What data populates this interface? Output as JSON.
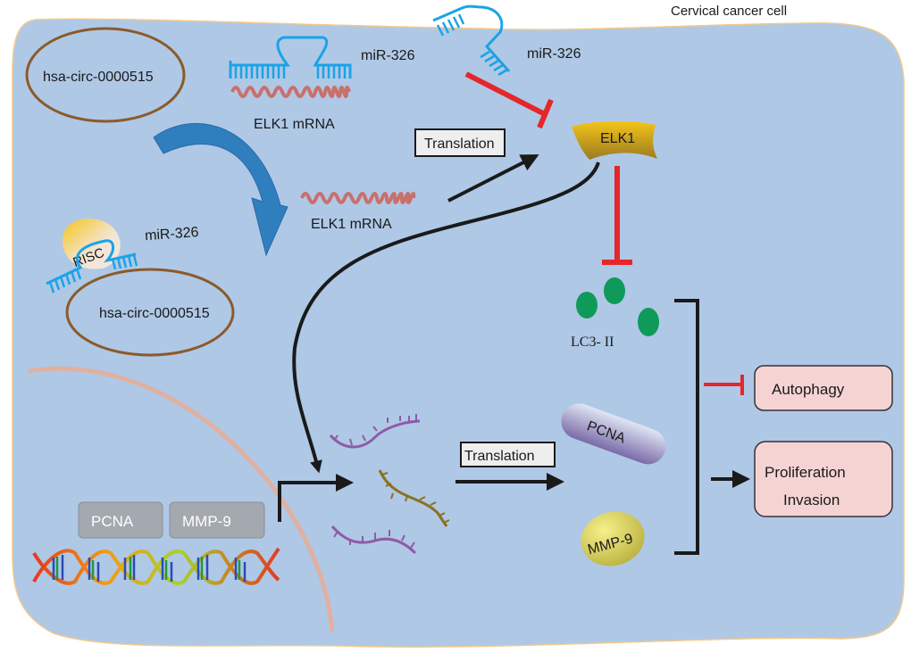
{
  "title": "Cervical cancer cell",
  "colors": {
    "cell_fill": "#afc8e6",
    "cell_border": "#f2c98a",
    "mirna": "#1aa3e8",
    "mrna": "#c9706a",
    "circ_ring": "#8b5a2b",
    "inhibit": "#e5262b",
    "arrow": "#1a1a1a",
    "curved_arrow": "#2f7fbf",
    "elk1": "#e6b422",
    "lc3": "#0f9a5a",
    "outcome_fill": "#f6d3d3",
    "nuclear_membrane": "#e0b0a0"
  },
  "labels": {
    "circ_top": "hsa-circ-0000515",
    "circ_bottom": "hsa-circ-0000515",
    "mir_top_left": "miR-326",
    "mir_top_right": "miR-326",
    "mir_risc": "miR-326",
    "risc": "RISC",
    "elk1_mrna_top": "ELK1  mRNA",
    "elk1_mrna_mid": "ELK1   mRNA",
    "translation_top": "Translation",
    "translation_bottom": "Translation",
    "elk1": "ELK1",
    "lc3": "LC3- II",
    "pcna_protein": "PCNA",
    "mmp9_protein": "MMP-9",
    "gene_pcna": "PCNA",
    "gene_mmp9": "MMP-9",
    "autophagy": "Autophagy",
    "proliferation": "Proliferation",
    "invasion": "Invasion"
  }
}
